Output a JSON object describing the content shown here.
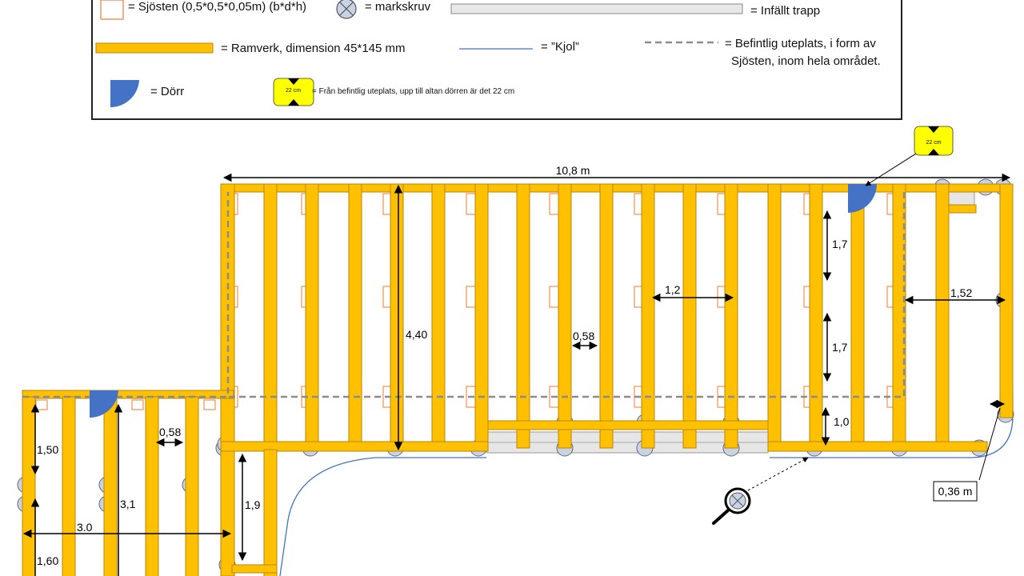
{
  "legend": {
    "sjosten": "= Sjösten (0,5*0,5*0,05m) (b*d*h)",
    "markskruv": "= markskruv",
    "trapp": "= Infällt trapp",
    "ramverk": "= Ramverk, dimension 45*145 mm",
    "kjol": "= ”Kjol”",
    "befintlig_line1": "= Befintlig uteplats, i form av",
    "befintlig_line2": "Sjösten, inom hela området.",
    "dorr": "= Dörr",
    "badge": "22 cm",
    "badge_text": "= Från befintlig uteplats, upp till altan dörren är det 22 cm"
  },
  "plan": {
    "badge": "22 cm",
    "dimensions": {
      "total_width": "10,8 m",
      "depth": "4,40",
      "spacing_small": "0,58",
      "spacing_mid": "1,2",
      "right_width": "1,52",
      "upper_segment": "1,7",
      "middle_segment": "1,7",
      "lower_segment": "1,0",
      "overhang": "0,36 m",
      "left_spacing": "0,58",
      "left_upper": "1,50",
      "left_depth": "3,1",
      "left_width": "3.0",
      "left_lower": "1,60",
      "passage": "1,9"
    }
  },
  "colors": {
    "beam": "#FFC000",
    "beam_edge": "#B8860B",
    "door": "#4472C4",
    "kjol": "#4472C4",
    "sjosten": "#ED7D31",
    "badge": "#FFFF00",
    "dashed": "#8C8C8C",
    "screw": "#C9D3E6"
  }
}
